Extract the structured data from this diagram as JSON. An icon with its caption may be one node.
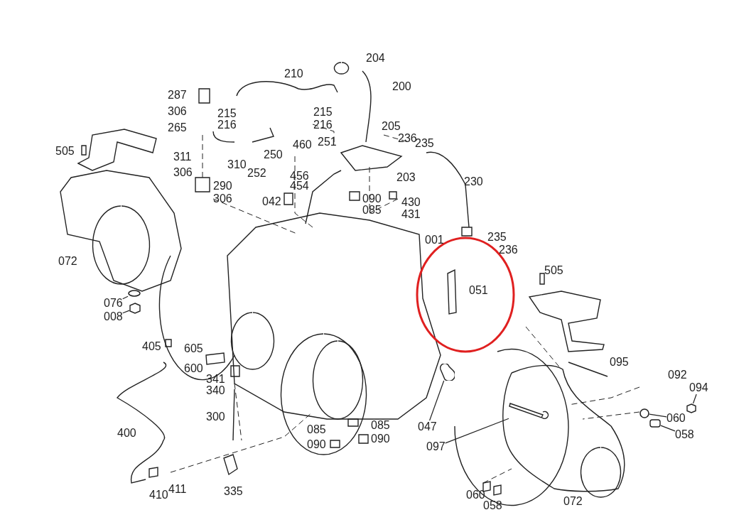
{
  "diagram": {
    "nodes": [
      {
        "text": [
          "047"
        ]
      },
      {
        "text": [],
        "shape": "picture"
      },
      {
        "text": [
          "097"
        ]
      },
      {
        "text": [],
        "shape": "picture"
      },
      {
        "text": [
          "076"
        ]
      },
      {
        "text": [],
        "shape": "circle"
      },
      {
        "text": [
          "008"
        ]
      },
      {
        "text": [],
        "shape": "picture"
      },
      {
        "text": [
          "060"
        ]
      },
      {
        "text": [],
        "shape": "circle"
      },
      {
        "text": [
          "058"
        ]
      },
      {
        "text": [],
        "shape": "box"
      },
      {
        "text": [
          "094"
        ]
      },
      {
        "text": [],
        "shape": "picture"
      }
    ],
    "edges": [
      {
        "from": 0,
        "to": 1,
        "arrow": "none"
      },
      {
        "from": 2,
        "to": 3,
        "arrow": "none"
      },
      {
        "from": 4,
        "to": 5,
        "arrow": "none"
      },
      {
        "from": 6,
        "to": 7,
        "arrow": "none"
      },
      {
        "from": 8,
        "to": 9,
        "arrow": "none"
      },
      {
        "from": 10,
        "to": 11,
        "arrow": "none"
      },
      {
        "from": 12,
        "to": 13,
        "arrow": "none"
      }
    ],
    "labels": [
      "204",
      "210",
      "200",
      "287",
      "306",
      "215",
      "215",
      "265",
      "216",
      "216",
      "205",
      "236",
      "235",
      "505",
      "460",
      "251",
      "311",
      "250",
      "310",
      "306",
      "252",
      "456",
      "203",
      "454",
      "230",
      "290",
      "306",
      "042",
      "090",
      "430",
      "085",
      "431",
      "001",
      "235",
      "236",
      "072",
      "505",
      "051",
      "095",
      "405",
      "605",
      "600",
      "092",
      "341",
      "340",
      "300",
      "400",
      "085",
      "085",
      "090",
      "090",
      "410",
      "411",
      "335",
      "060",
      "058",
      "072"
    ]
  }
}
